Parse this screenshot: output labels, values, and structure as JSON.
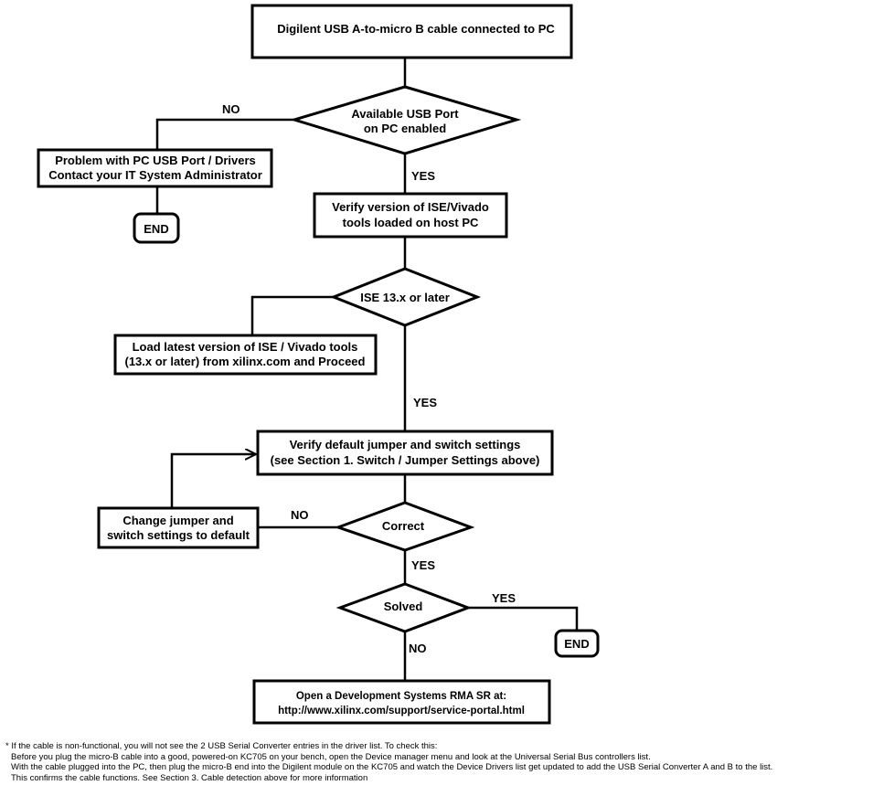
{
  "nodes": {
    "start": "Digilent USB A-to-micro B cable connected to PC",
    "usb_port_q": [
      "Available USB Port",
      "on PC enabled"
    ],
    "usb_problem": [
      "Problem with PC USB Port / Drivers",
      "Contact your IT System Administrator"
    ],
    "end1": "END",
    "verify_tools": [
      "Verify version of ISE/Vivado",
      "tools loaded on host PC"
    ],
    "ise_q": "ISE 13.x or later",
    "load_latest": [
      "Load latest version of ISE / Vivado tools",
      "(13.x or later) from xilinx.com and Proceed"
    ],
    "verify_jumpers": [
      "Verify default jumper and switch settings",
      "(see Section 1. Switch / Jumper Settings above)"
    ],
    "change_jumpers": [
      "Change jumper and",
      "switch settings to default"
    ],
    "correct_q": "Correct",
    "solved_q": "Solved",
    "end2": "END",
    "rma": [
      "Open a Development Systems RMA SR at:",
      "http://www.xilinx.com/support/service-portal.html"
    ]
  },
  "edge_labels": {
    "usb_no": "NO",
    "usb_yes": "YES",
    "ise_yes": "YES",
    "correct_no": "NO",
    "correct_yes": "YES",
    "solved_yes": "YES",
    "solved_no": "NO"
  },
  "footnotes": [
    "* If the cable is non-functional, you will not see the 2 USB Serial Converter entries in the driver list.  To check this:",
    "Before you plug the micro-B cable into a good, powered-on KC705 on your bench, open the Device manager menu and look at the Universal Serial Bus controllers list.",
    "With the cable plugged into the PC, then plug the micro-B end into the Digilent module on the KC705 and watch the Device Drivers list get updated to add the USB Serial Converter A and B to the list.",
    "This confirms the cable functions.  See Section 3. Cable detection above for more information"
  ]
}
